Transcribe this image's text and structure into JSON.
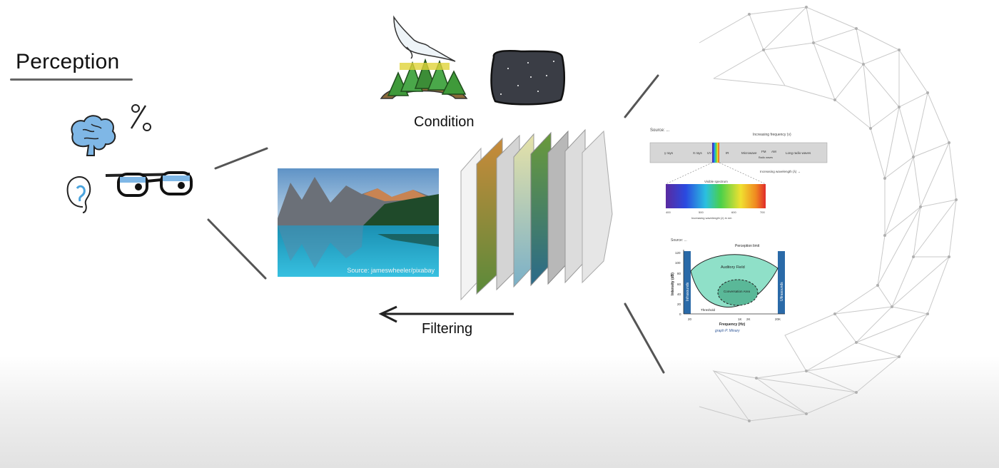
{
  "title": "Perception",
  "condition_label": "Condition",
  "filtering_label": "Filtering",
  "photo": {
    "credit": "Source: jameswheeler/pixabay"
  },
  "spectrum_chart": {
    "source": "Source: ...",
    "top_label": "Increasing frequency (ν)",
    "bands": [
      "γ rays",
      "X rays",
      "UV",
      "IR",
      "Microwave",
      "FM",
      "AM",
      "Long radio waves"
    ],
    "radio_label": "Radio waves",
    "bottom_label": "Increasing wavelength (λ) →",
    "visible_label": "Visible spectrum",
    "visible_ticks": [
      "400",
      "500",
      "600",
      "700"
    ],
    "visible_axis_label": "Increasing wavelength (λ) in nm"
  },
  "auditory_chart": {
    "source": "Source: ...",
    "perception_limit": "Perception limit",
    "auditory_field": "Auditory Field",
    "conversation_area": "Conversation Area",
    "threshold": "Threshold",
    "infrasounds": "Infrasounds",
    "ultrasounds": "Ultrasounds",
    "y_label": "Intensity (dB)",
    "x_label": "Frequency (Hz)",
    "y_ticks": [
      "120",
      "100",
      "80",
      "60",
      "40",
      "20",
      "0"
    ],
    "x_ticks": [
      "20",
      "1K",
      "2K",
      "20K"
    ],
    "credit": "graph P. Minary"
  },
  "colors": {
    "brain": "#7fb7e6",
    "lake": "#2fb4d6",
    "night": "#3a3d45",
    "connector": "#555555"
  }
}
